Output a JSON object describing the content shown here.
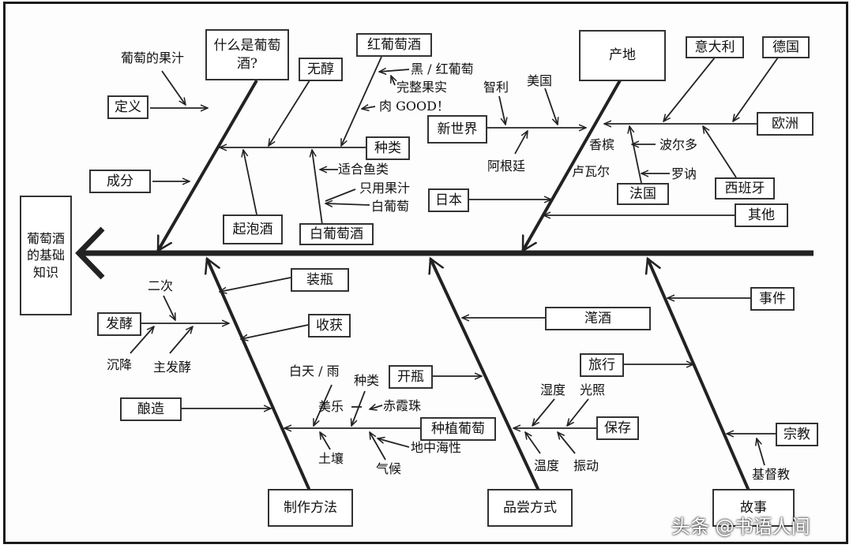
{
  "head": "葡萄酒的基础知识",
  "categories": {
    "definition_causes": "什么是葡萄酒?",
    "origin": "产地",
    "making": "制作方法",
    "tasting": "品尝方式",
    "story": "故事"
  },
  "definition": {
    "juice": "葡萄的果汁",
    "define": "定义",
    "composition": "成分",
    "alcohol_free": "无醇",
    "red_wine": "红葡萄酒",
    "red_grape": "黑 / 红葡萄",
    "whole_fruit": "完整果实",
    "meat_good": "肉 GOOD！",
    "types": "种类",
    "fish": "适合鱼类",
    "juice_only": "只用果汁",
    "white_grape": "白葡萄",
    "sparkling": "起泡酒",
    "white_wine": "白葡萄酒"
  },
  "origin": {
    "chile": "智利",
    "usa": "美国",
    "new_world": "新世界",
    "argentina": "阿根廷",
    "italy": "意大利",
    "germany": "德国",
    "europe": "欧洲",
    "champagne": "香槟",
    "bordeaux": "波尔多",
    "loire": "卢瓦尔",
    "rhone": "罗讷",
    "france": "法国",
    "spain": "西班牙",
    "japan": "日本",
    "other": "其他"
  },
  "making": {
    "second": "二次",
    "ferment": "发酵",
    "sediment": "沉降",
    "main_ferment": "主发酵",
    "bottling": "装瓶",
    "harvest": "收获",
    "brewing": "酿造",
    "day_rain": "白天 / 雨",
    "kind": "种类",
    "music": "美乐",
    "cinsault": "赤霞珠",
    "planting": "种植葡萄",
    "soil": "土壤",
    "climate": "气候",
    "mediterranean": "地中海性"
  },
  "tasting": {
    "decant": "滗酒",
    "open": "开瓶",
    "travel": "旅行",
    "humidity": "湿度",
    "light": "光照",
    "storage": "保存",
    "temperature": "温度",
    "vibration": "振动"
  },
  "story": {
    "events": "事件",
    "religion": "宗教",
    "christianity": "基督教"
  },
  "watermark": "头条 @书语人间"
}
